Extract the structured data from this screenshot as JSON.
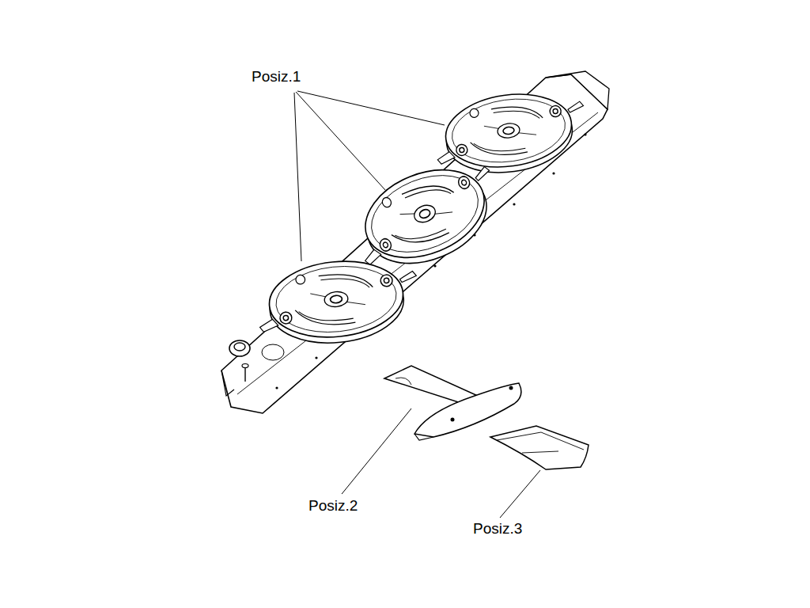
{
  "diagram": {
    "labels": [
      "Posiz.1",
      "Posiz.2",
      "Posiz.3"
    ]
  }
}
